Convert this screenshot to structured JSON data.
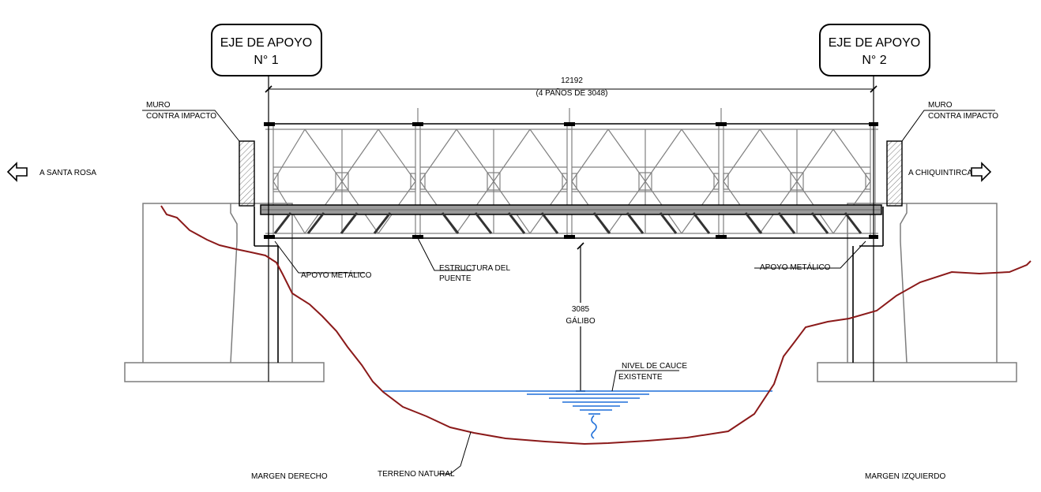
{
  "labels": {
    "eje1_line1": "EJE DE APOYO",
    "eje1_line2": "N° 1",
    "eje2_line1": "EJE DE APOYO",
    "eje2_line2": "N° 2",
    "span_length": "12192",
    "span_detail": "(4 PAÑOS DE 3048)",
    "muro_left_1": "MURO",
    "muro_left_2": "CONTRA IMPACTO",
    "muro_right_1": "MURO",
    "muro_right_2": "CONTRA IMPACTO",
    "dir_left": "A SANTA ROSA",
    "dir_right": "A CHIQUINTIRCA",
    "apoyo_left": "APOYO METÁLICO",
    "apoyo_right": "APOYO METÁLICO",
    "estructura_1": "ESTRUCTURA DEL",
    "estructura_2": "PUENTE",
    "clearance_value": "3085",
    "clearance_label": "GÁLIBO",
    "nivel_1": "NIVEL DE CAUCE",
    "nivel_2": "EXISTENTE",
    "terreno": "TERRENO NATURAL",
    "margen_derecho": "MARGEN DERECHO",
    "margen_izquierdo": "MARGEN IZQUIERDO"
  },
  "colors": {
    "ground": "#8b1a1a",
    "water": "#1e6fd9",
    "abutment": "#7d7d7d",
    "truss": "#808080",
    "line": "#000000"
  }
}
